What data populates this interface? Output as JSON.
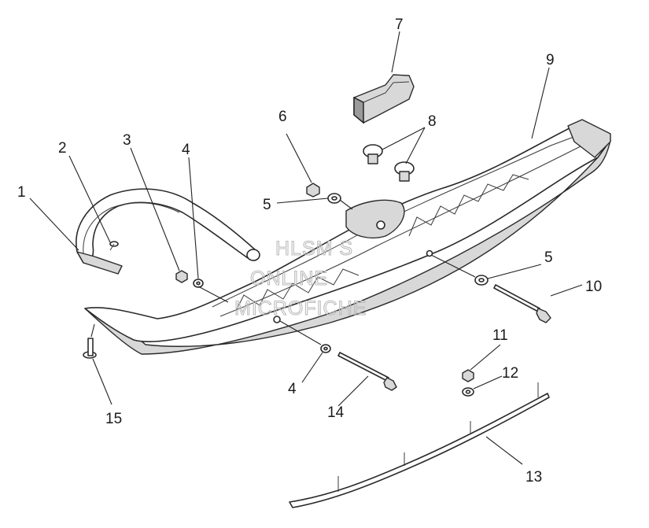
{
  "watermark": {
    "line1": "HLSM S",
    "line2": "ONLINE",
    "line3": "MICROFICHE"
  },
  "callouts": {
    "c1": "1",
    "c2": "2",
    "c3": "3",
    "c4a": "4",
    "c4b": "4",
    "c5a": "5",
    "c5b": "5",
    "c6": "6",
    "c7": "7",
    "c8": "8",
    "c9": "9",
    "c10": "10",
    "c11": "11",
    "c12": "12",
    "c13": "13",
    "c14": "14",
    "c15": "15"
  }
}
